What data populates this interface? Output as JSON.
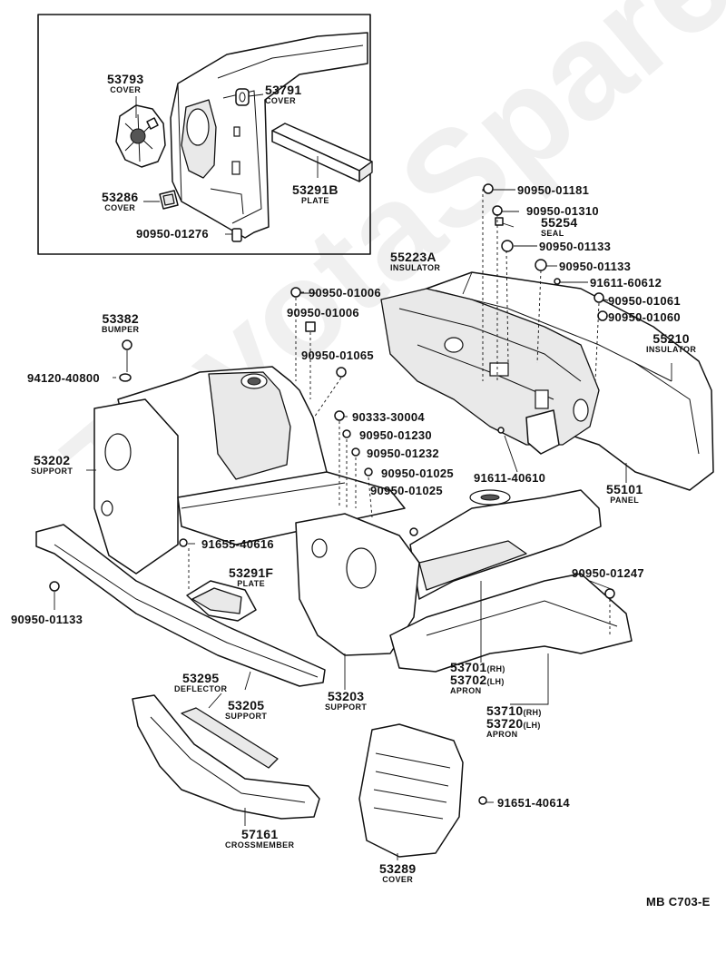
{
  "watermark": "ToyotaSpareParts.ru",
  "figure_code": "MB C703-E",
  "parts": {
    "p53793": {
      "num": "53793",
      "desc": "COVER"
    },
    "p53791": {
      "num": "53791",
      "desc": "COVER"
    },
    "p53286": {
      "num": "53286",
      "desc": "COVER"
    },
    "p53291B": {
      "num": "53291B",
      "desc": "PLATE"
    },
    "p53382": {
      "num": "53382",
      "desc": "BUMPER"
    },
    "p53202": {
      "num": "53202",
      "desc": "SUPPORT"
    },
    "p53291F": {
      "num": "53291F",
      "desc": "PLATE"
    },
    "p53295": {
      "num": "53295",
      "desc": "DEFLECTOR"
    },
    "p53205": {
      "num": "53205",
      "desc": "SUPPORT"
    },
    "p57161": {
      "num": "57161",
      "desc": "CROSSMEMBER"
    },
    "p53203": {
      "num": "53203",
      "desc": "SUPPORT"
    },
    "p53289": {
      "num": "53289",
      "desc": "COVER"
    },
    "p55223A": {
      "num": "55223A",
      "desc": "INSULATOR"
    },
    "p55254": {
      "num": "55254",
      "desc": "SEAL"
    },
    "p55210": {
      "num": "55210",
      "desc": "INSULATOR"
    },
    "p55101": {
      "num": "55101",
      "desc": "PANEL"
    },
    "p53701": {
      "num": "53701",
      "suffix": "(RH)"
    },
    "p53702": {
      "num": "53702",
      "suffix": "(LH)",
      "desc": "APRON"
    },
    "p53710": {
      "num": "53710",
      "suffix": "(RH)"
    },
    "p53720": {
      "num": "53720",
      "suffix": "(LH)",
      "desc": "APRON"
    }
  },
  "fasteners": {
    "f1": "90950-01276",
    "f2": "90950-01181",
    "f3": "90950-01310",
    "f4": "90950-01133",
    "f5": "90950-01133",
    "f6": "91611-60612",
    "f7": "90950-01061",
    "f8": "90950-01060",
    "f9": "90950-01006",
    "f10": "90950-01006",
    "f11": "90950-01065",
    "f12": "94120-40800",
    "f13": "90333-30004",
    "f14": "90950-01230",
    "f15": "90950-01232",
    "f16": "90950-01025",
    "f17": "90950-01025",
    "f18": "91611-40610",
    "f19": "91655-40616",
    "f20": "90950-01133",
    "f21": "90950-01247",
    "f22": "91651-40614"
  }
}
